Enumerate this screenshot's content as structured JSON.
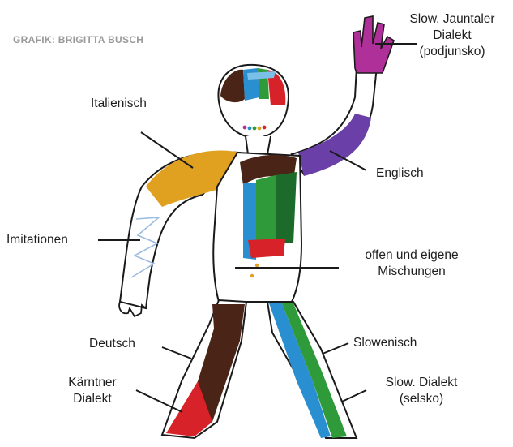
{
  "credit": "GRAFIK: BRIGITTA BUSCH",
  "labels": {
    "slow_jauntaler": [
      "Slow. Jauntaler",
      "Dialekt",
      "(podjunsko)"
    ],
    "italienisch": "Italienisch",
    "englisch": "Englisch",
    "imitationen": "Imitationen",
    "offen": [
      "offen und eigene",
      "Mischungen"
    ],
    "deutsch": "Deutsch",
    "slowenisch": "Slowenisch",
    "kaerntner": [
      "Kärntner",
      "Dialekt"
    ],
    "slow_dialekt": [
      "Slow. Dialekt",
      "(selsko)"
    ]
  },
  "colors": {
    "outline": "#1a1a1a",
    "purple_hand": "#b0309a",
    "purple_arm": "#6a40a8",
    "orange_shoulder": "#e0a020",
    "red": "#d8222a",
    "brown": "#4a2416",
    "green": "#2f9a3a",
    "blue": "#2a8fd0",
    "light_blue_lines": "#9bbbe0"
  }
}
